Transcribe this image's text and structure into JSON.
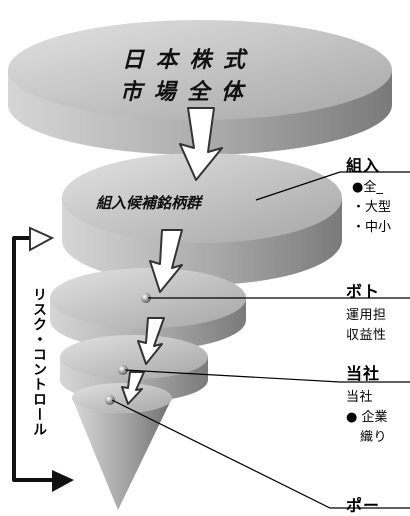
{
  "funnel": {
    "top_disc_line1": "日 本 株 式",
    "top_disc_line2": "市 場 全 体",
    "second_disc_label": "組入候補銘柄群",
    "risk_control_label": "リスク・コントロール"
  },
  "annotations": {
    "group1": {
      "heading": "組入",
      "bullet1": "●全_",
      "bullet2": "・大型",
      "bullet3": "・中小"
    },
    "group2": {
      "heading": "ボト",
      "line1": "運用担",
      "line2": "収益性"
    },
    "group3": {
      "heading": "当社",
      "line1": "当社",
      "line2": "● 企業",
      "line3": "織り"
    },
    "group4": {
      "heading": "ポー"
    }
  },
  "colors": {
    "disc_top": "#c8c8c8",
    "disc_side": "#8a8a8a",
    "line": "#000000",
    "background": "#ffffff"
  }
}
